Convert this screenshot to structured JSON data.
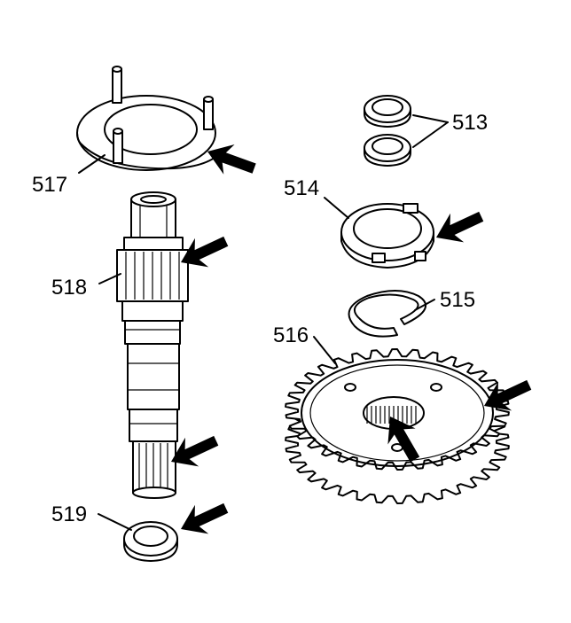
{
  "callouts": {
    "c513": "513",
    "c514": "514",
    "c515": "515",
    "c516": "516",
    "c517": "517",
    "c518": "518",
    "c519": "519"
  },
  "colors": {
    "line": "#000000",
    "part_fill": "#ffffff",
    "arrow": "#000000"
  }
}
